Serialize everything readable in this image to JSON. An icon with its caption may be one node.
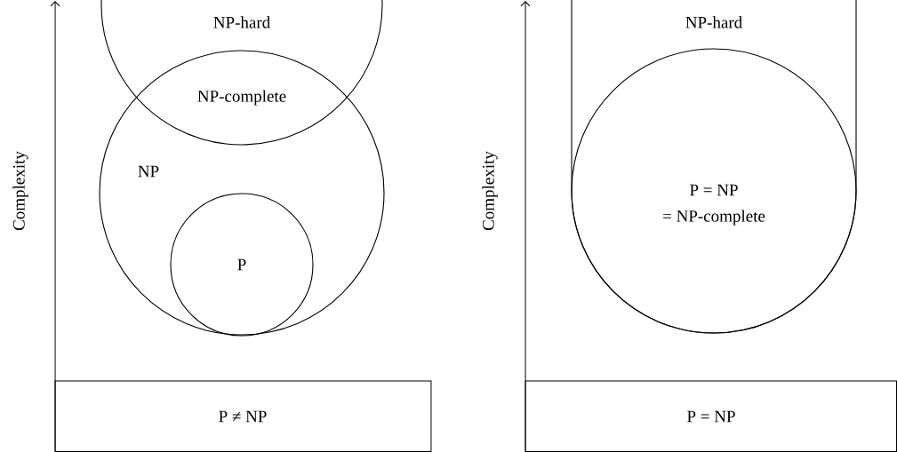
{
  "diagram": {
    "nodes": [
      {
        "text": [
          "NP-hard"
        ]
      },
      {
        "text": [
          "NP"
        ]
      },
      {
        "text": [
          "P"
        ],
        "in": 1
      },
      {
        "text": [
          "P ≠ NP"
        ]
      },
      {
        "text": [
          "NP-hard"
        ]
      },
      {
        "text": [
          "P = NP",
          "= NP-complete"
        ],
        "in": 4
      },
      {
        "text": [
          "P = NP"
        ]
      }
    ],
    "labels": [
      "NP-complete",
      "Complexity",
      "Complexity"
    ]
  }
}
